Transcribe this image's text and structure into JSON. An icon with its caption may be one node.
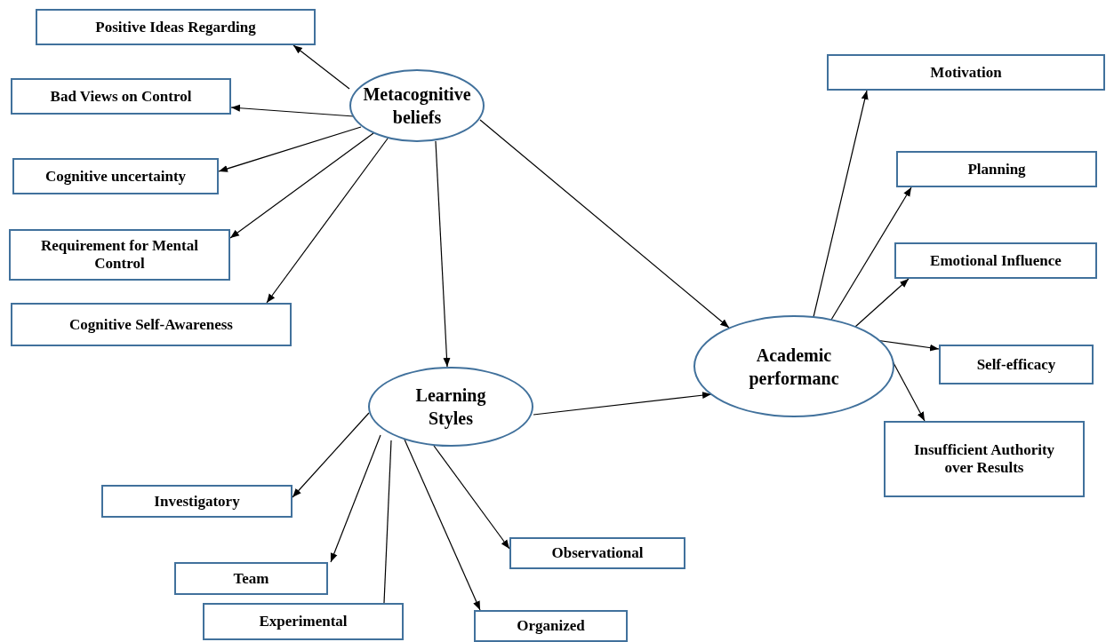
{
  "diagram": {
    "nodes": [
      {
        "text": [
          "Metacognitive beliefs"
        ]
      },
      {
        "text": [
          "Positive Ideas Regarding"
        ]
      },
      {
        "text": [
          "Bad Views on Control"
        ]
      },
      {
        "text": [
          "Cognitive uncertainty"
        ]
      },
      {
        "text": [
          "Requirement for Mental Control"
        ]
      },
      {
        "text": [
          "Cognitive Self-Awareness"
        ]
      },
      {
        "text": [
          "Learning Styles"
        ]
      },
      {
        "text": [
          "Academic performanc"
        ]
      },
      {
        "text": [
          "Motivation"
        ]
      },
      {
        "text": [
          "Planning"
        ]
      },
      {
        "text": [
          "Emotional Influence"
        ]
      },
      {
        "text": [
          "Self-efficacy"
        ]
      },
      {
        "text": [
          "Insufficient Authority over Results"
        ]
      },
      {
        "text": [
          "Investigatory"
        ]
      },
      {
        "text": [
          "Team"
        ]
      },
      {
        "text": [
          "Experimental"
        ]
      },
      {
        "text": [
          "Observational"
        ]
      },
      {
        "text": [
          "Organized"
        ]
      }
    ],
    "edges": [
      {
        "from": 0,
        "to": 1,
        "arrow": "to"
      },
      {
        "from": 0,
        "to": 2,
        "arrow": "to"
      },
      {
        "from": 0,
        "to": 3,
        "arrow": "to"
      },
      {
        "from": 0,
        "to": 4,
        "arrow": "to"
      },
      {
        "from": 0,
        "to": 5,
        "arrow": "to"
      },
      {
        "from": 0,
        "to": 6,
        "arrow": "to"
      },
      {
        "from": 0,
        "to": 7,
        "arrow": "to"
      },
      {
        "from": 6,
        "to": 7,
        "arrow": "to"
      },
      {
        "from": 7,
        "to": 8,
        "arrow": "to"
      },
      {
        "from": 7,
        "to": 9,
        "arrow": "to"
      },
      {
        "from": 7,
        "to": 10,
        "arrow": "to"
      },
      {
        "from": 7,
        "to": 11,
        "arrow": "to"
      },
      {
        "from": 7,
        "to": 12,
        "arrow": "to"
      },
      {
        "from": 6,
        "to": 13,
        "arrow": "to"
      },
      {
        "from": 6,
        "to": 14,
        "arrow": "to"
      },
      {
        "from": 6,
        "to": 15,
        "arrow": "none"
      },
      {
        "from": 6,
        "to": 16,
        "arrow": "to"
      },
      {
        "from": 6,
        "to": 17,
        "arrow": "to"
      }
    ]
  }
}
